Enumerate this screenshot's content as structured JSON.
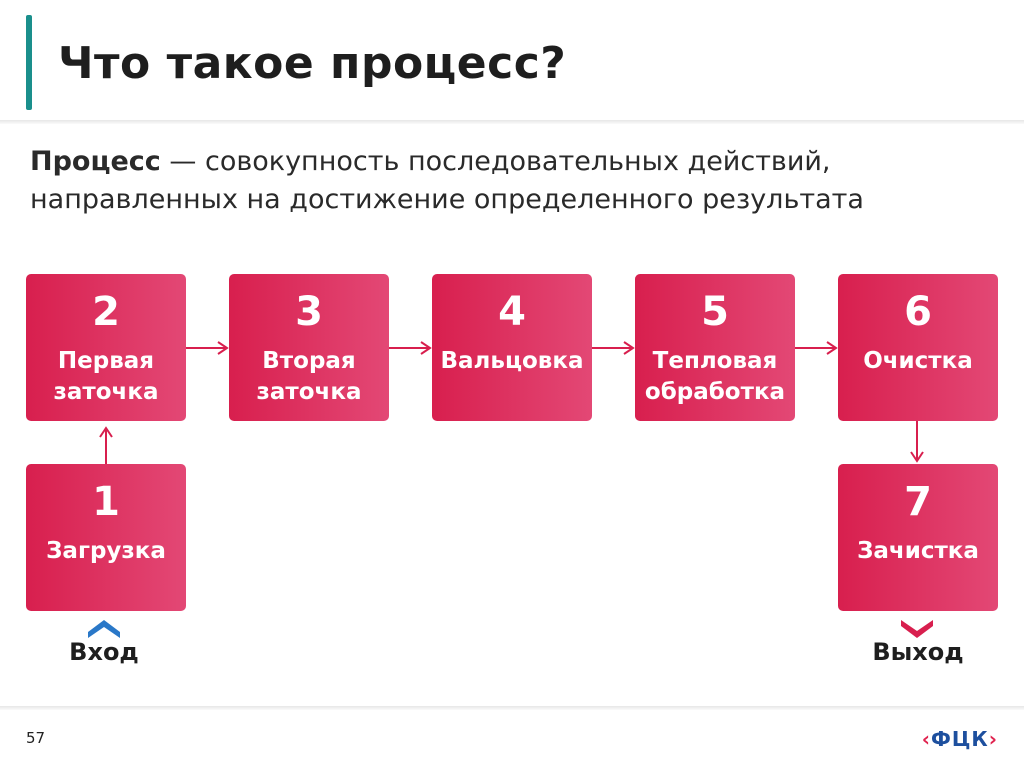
{
  "slide": {
    "title": "Что такое процесс?",
    "definition_term": "Процесс",
    "definition_rest": " — совокупность последовательных действий, направленных на достижение определенного результата",
    "page_number": "57",
    "logo_text": "ФЦК"
  },
  "steps": [
    {
      "number": "1",
      "label": "Загрузка"
    },
    {
      "number": "2",
      "label": "Первая\nзаточка"
    },
    {
      "number": "3",
      "label": "Вторая\nзаточка"
    },
    {
      "number": "4",
      "label": "Вальцовка"
    },
    {
      "number": "5",
      "label": "Тепловая\nобработка"
    },
    {
      "number": "6",
      "label": "Очистка"
    },
    {
      "number": "7",
      "label": "Зачистка"
    }
  ],
  "markers": {
    "input_label": "Вход",
    "output_label": "Выход"
  },
  "colors": {
    "box_start": "#d81f4e",
    "box_end": "#e34875",
    "connector": "#d81f4e",
    "input_marker": "#2a78c8",
    "output_marker": "#d81f4e",
    "title_accent": "#1a8f8c"
  }
}
